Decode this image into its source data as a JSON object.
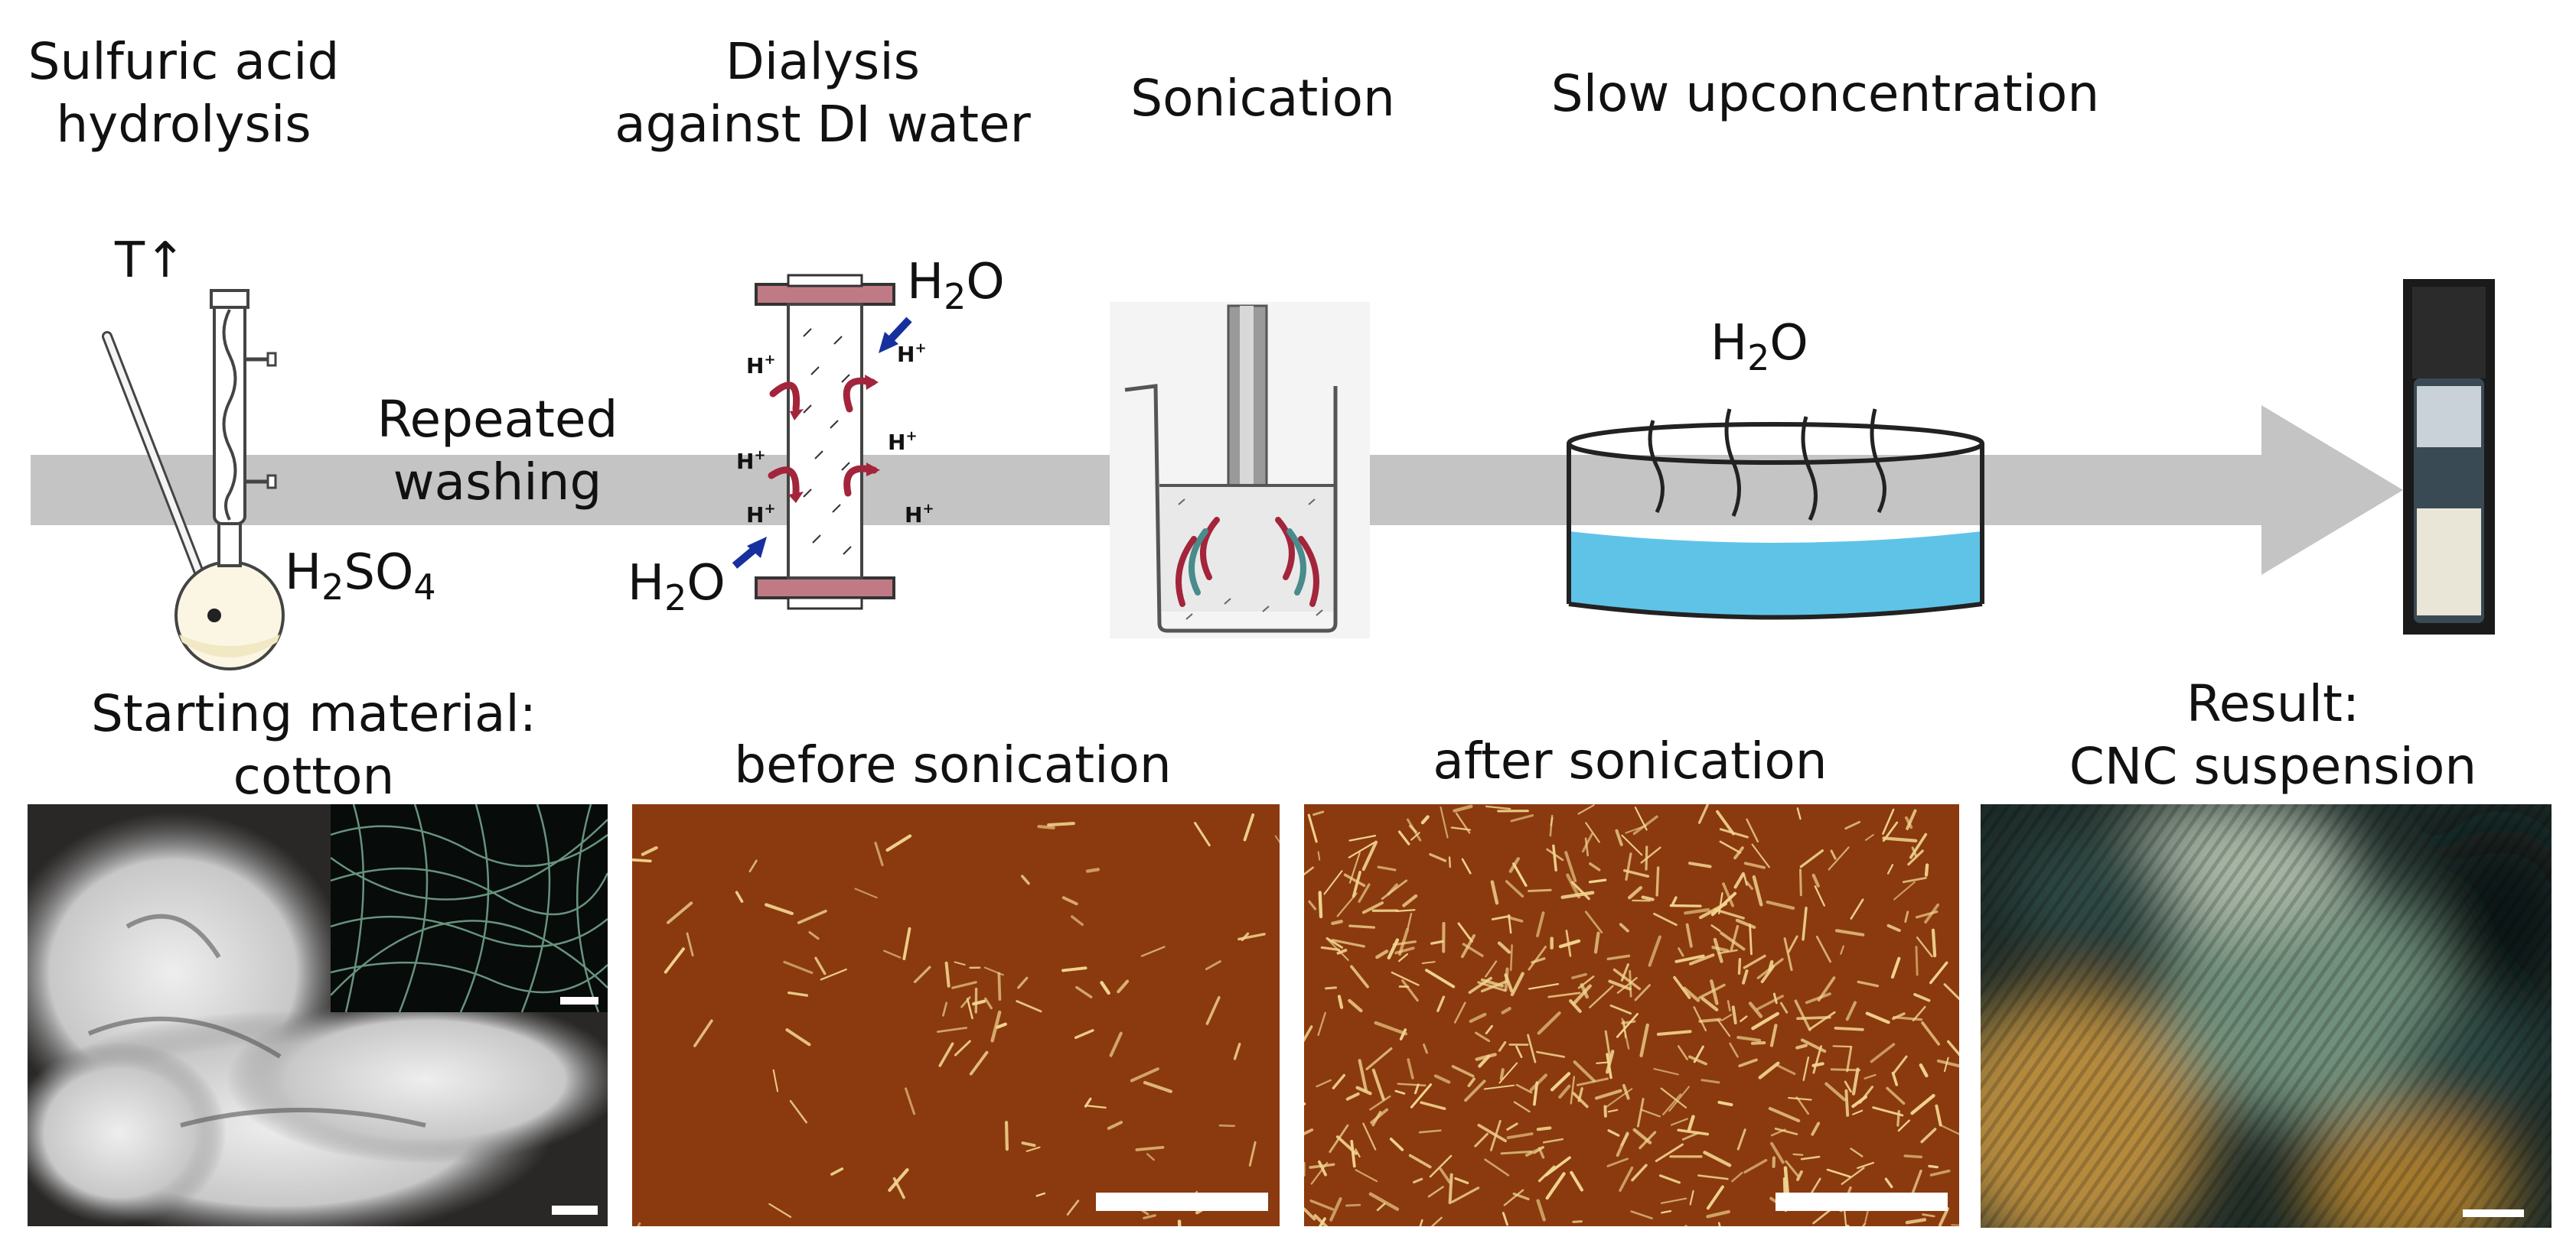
{
  "steps": {
    "hydrolysis": [
      "Sulfuric acid",
      "hydrolysis"
    ],
    "dialysis": [
      "Dialysis",
      "against DI water"
    ],
    "sonication": "Sonication",
    "upconcentration": "Slow upconcentration",
    "washing": [
      "Repeated",
      "washing"
    ]
  },
  "annotations": {
    "temperature": "T↑",
    "water_top": {
      "base": "H",
      "sub": "2",
      "tail": "O"
    },
    "water_bottom": {
      "base": "H",
      "sub": "2",
      "tail": "O"
    },
    "water_dish": {
      "base": "H",
      "sub": "2",
      "tail": "O"
    },
    "acid": {
      "base": "H",
      "sub1": "2",
      "mid": "SO",
      "sub2": "4"
    },
    "proton": "H",
    "proton_charge": "+"
  },
  "panels": {
    "cotton": [
      "Starting material:",
      "cotton"
    ],
    "before": "before sonication",
    "after": "after sonication",
    "result": [
      "Result:",
      "CNC suspension"
    ]
  },
  "colors": {
    "arrow": "#c4c4c4",
    "afm_background": "#8a3a0e",
    "afm_fiber": "#f2d590",
    "water": "#5fc3e8",
    "membrane_arrows": "#a3253b",
    "flow_arrows": "#16309e",
    "clamp": "#c07a86"
  }
}
